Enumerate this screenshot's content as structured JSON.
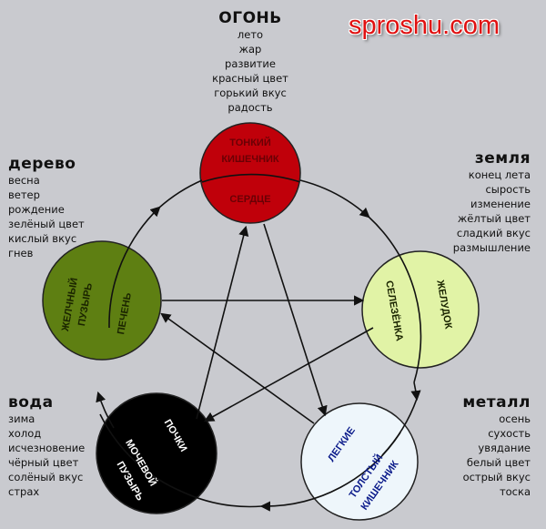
{
  "watermark": "sproshu.com",
  "elements": {
    "fire": {
      "title": "ОГОНЬ",
      "props": [
        "лето",
        "жар",
        "развитие",
        "красный цвет",
        "горький вкус",
        "радость"
      ],
      "organs": [
        "ТОНКИЙ",
        "КИШЕЧНИК",
        "СЕРДЦЕ"
      ],
      "color": "#c0000a"
    },
    "wood": {
      "title": "дерево",
      "props": [
        "весна",
        "ветер",
        "рождение",
        "зелёный цвет",
        "кислый вкус",
        "гнев"
      ],
      "organs": [
        "ЖЕЛЧНЫЙ",
        "ПУЗЫРЬ",
        "ПЕЧЕНЬ"
      ],
      "color": "#5e7f12"
    },
    "earth": {
      "title": "земля",
      "props": [
        "конец лета",
        "сырость",
        "изменение",
        "жёлтый цвет",
        "сладкий вкус",
        "размышление"
      ],
      "organs": [
        "СЕЛЕЗЁНКА",
        "ЖЕЛУДОК"
      ],
      "color": "#e1f3a6"
    },
    "water": {
      "title": "вода",
      "props": [
        "зима",
        "холод",
        "исчезновение",
        "чёрный цвет",
        "солёный вкус",
        "страх"
      ],
      "organs": [
        "ПОЧКИ",
        "МОЧЕВОЙ",
        "ПУЗЫРЬ"
      ],
      "color": "#000000"
    },
    "metal": {
      "title": "металл",
      "props": [
        "осень",
        "сухость",
        "увядание",
        "белый цвет",
        "острый вкус",
        "тоска"
      ],
      "organs": [
        "ЛЕГКИЕ",
        "ТОЛСТЫЙ",
        "КИШЕЧНИК"
      ],
      "color": "#eef6fb"
    }
  }
}
